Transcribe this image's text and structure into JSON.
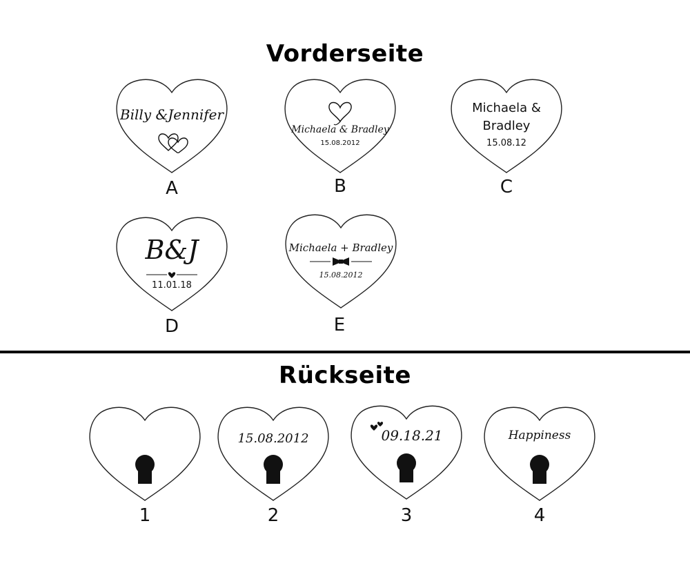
{
  "front": {
    "title": "Vorderseite",
    "designs": [
      {
        "label": "A",
        "line1": "Billy &Jennifer"
      },
      {
        "label": "B",
        "names": "Michaela & Bradley",
        "date": "15.08.2012"
      },
      {
        "label": "C",
        "line1": "Michaela &",
        "line2": "Bradley",
        "date": "15.08.12"
      },
      {
        "label": "D",
        "monogram": "B&J",
        "date": "11.01.18"
      },
      {
        "label": "E",
        "names": "Michaela + Bradley",
        "date": "15.08.2012"
      }
    ]
  },
  "back": {
    "title": "Rückseite",
    "designs": [
      {
        "label": "1"
      },
      {
        "label": "2",
        "text": "15.08.2012"
      },
      {
        "label": "3",
        "text": "09.18.21"
      },
      {
        "label": "4",
        "text": "Happiness"
      }
    ]
  },
  "colors": {
    "ink": "#111111",
    "background": "#ffffff"
  }
}
